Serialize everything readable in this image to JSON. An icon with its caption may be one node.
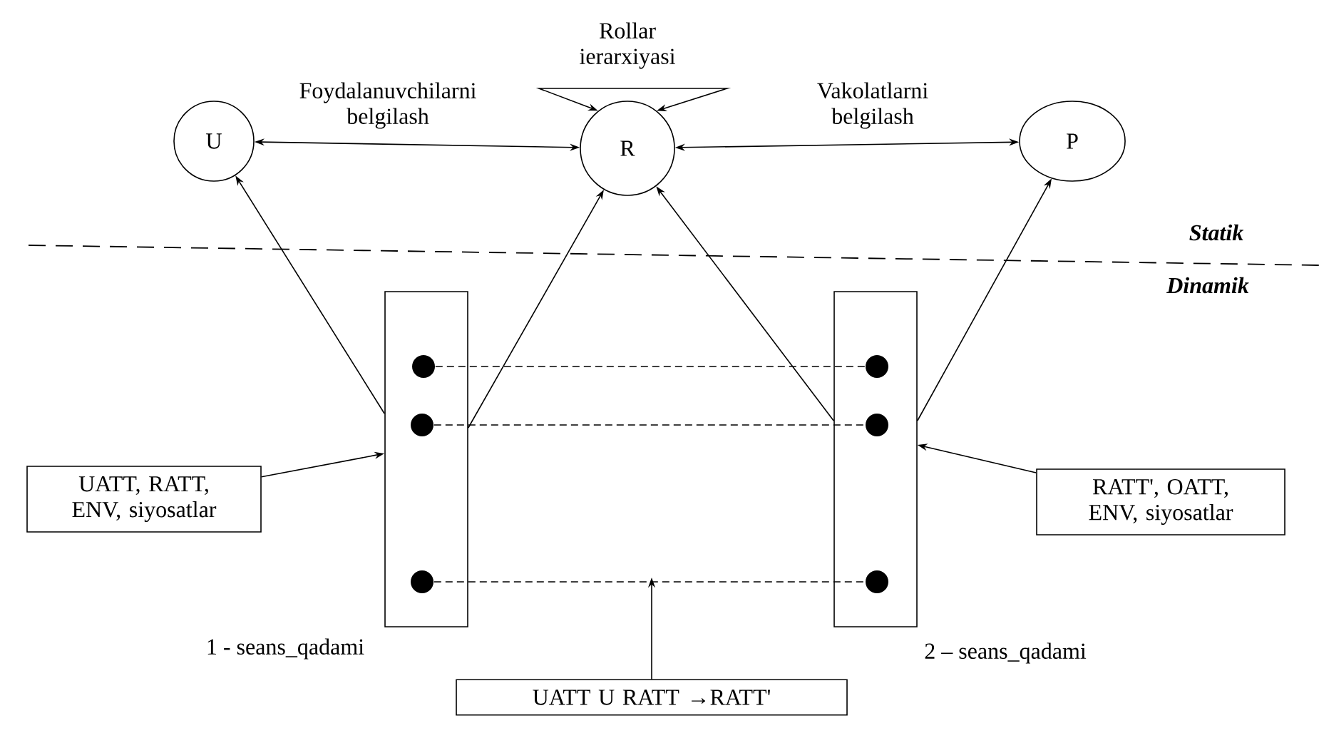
{
  "diagram": {
    "nodes": [
      {
        "text": [
          "U"
        ]
      },
      {
        "text": [
          "R"
        ]
      },
      {
        "text": [
          "P"
        ]
      },
      {
        "text": [],
        "shape": "box",
        "beside": [
          "1 - seans_qadami"
        ]
      },
      {
        "text": [],
        "shape": "box",
        "beside": [
          "2 – seans_qadami"
        ]
      },
      {
        "text": [],
        "shape": "circle",
        "in": 3
      },
      {
        "text": [],
        "shape": "circle",
        "in": 3
      },
      {
        "text": [],
        "shape": "circle",
        "in": 3
      },
      {
        "text": [],
        "shape": "circle",
        "in": 4
      },
      {
        "text": [],
        "shape": "circle",
        "in": 4
      },
      {
        "text": [],
        "shape": "circle",
        "in": 4
      },
      {
        "text": [
          "UATT, RATT, ENV, siyosatlar"
        ]
      },
      {
        "text": [
          "RATT', OATT, ENV, siyosatlar"
        ]
      },
      {
        "text": [
          "UATT U RATT →RATT'"
        ]
      }
    ],
    "edges": [
      {
        "from": 0,
        "to": 1,
        "arrow": "both",
        "label": "Foydalanuvchilarni belgilash"
      },
      {
        "from": 1,
        "to": 2,
        "arrow": "both",
        "label": "Vakolatlarni belgilash"
      },
      {
        "from": 1,
        "to": 1,
        "arrow": "both",
        "label": "Rollar ierarxiyasi"
      },
      {
        "from": 3,
        "to": 0,
        "arrow": "to"
      },
      {
        "from": 3,
        "to": 1,
        "arrow": "to"
      },
      {
        "from": 4,
        "to": 1,
        "arrow": "to"
      },
      {
        "from": 4,
        "to": 2,
        "arrow": "to"
      },
      {
        "from": 5,
        "to": 8,
        "arrow": "none",
        "style": "dashed"
      },
      {
        "from": 6,
        "to": 9,
        "arrow": "none",
        "style": "dashed"
      },
      {
        "from": 7,
        "to": 10,
        "arrow": "none",
        "style": "dashed"
      },
      {
        "from": 11,
        "to": 3,
        "arrow": "to"
      },
      {
        "from": 12,
        "to": 4,
        "arrow": "to"
      },
      {
        "from": 13,
        "to": null,
        "arrow": "to"
      }
    ],
    "labels": [
      "Statik",
      "Dinamik"
    ]
  }
}
